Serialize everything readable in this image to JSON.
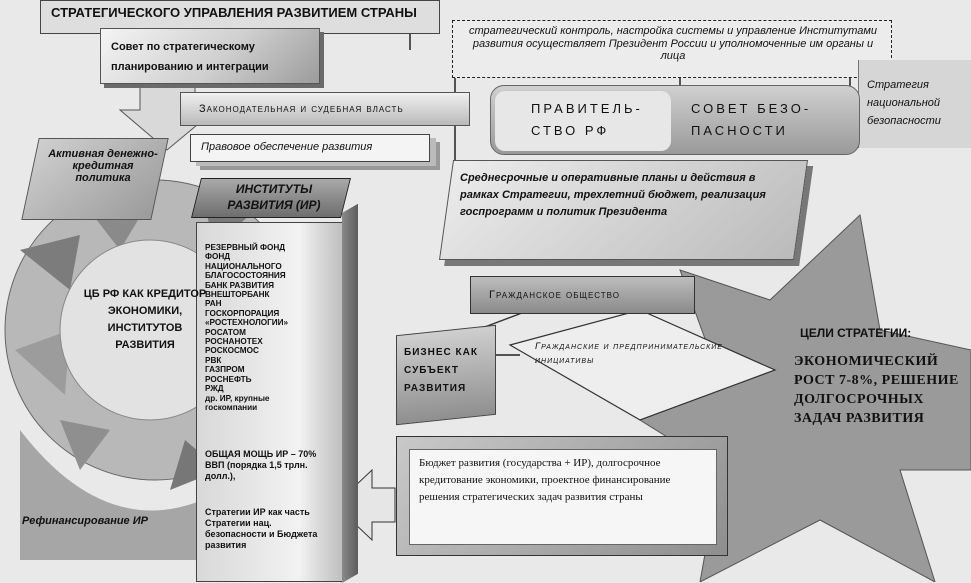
{
  "top_title": "СТРАТЕГИЧЕСКОГО УПРАВЛЕНИЯ РАЗВИТИЕМ СТРАНЫ",
  "council": "Совет по стратегическому планированию и интеграции",
  "control_note": "стратегический контроль, настройка системы и управление Институтами развития осуществляет Президент России и уполномоченные им органы и лица",
  "strategy_nat_sec": "Стратегия национальной безопасности",
  "legislative": "Законодательная и судебная власть",
  "government": "ПРАВИТЕЛЬ-СТВО РФ",
  "security_council": "СОВЕТ БЕЗО-ПАСНОСТИ",
  "legal_support": "Правовое обеспечение развития",
  "monetary_policy": "Активная денежно-кредитная политика",
  "ir_title": "ИНСТИТУТЫ РАЗВИТИЯ (ИР)",
  "plans": "Среднесрочные и оперативные планы и действия в рамках Стратегии, трехлетний бюджет, реализация госпрограмм и политик Президента",
  "ir_list": [
    "РЕЗЕРВНЫЙ ФОНД",
    "ФОНД",
    "НАЦИОНАЛЬНОГО",
    "БЛАГОСОСТОЯНИЯ",
    "БАНК РАЗВИТИЯ",
    "ВНЕШТОРБАНК",
    "РАН",
    "ГОСКОРПОРАЦИЯ",
    "«РОСТЕХНОЛОГИИ»",
    "РОСАТОМ",
    "РОСНАНОТЕХ",
    "РОСКОСМОС",
    "РВК",
    "ГАЗПРОМ",
    "РОСНЕФТЬ",
    "РЖД",
    "др. ИР, крупные",
    "госкомпании"
  ],
  "ir_power": "ОБЩАЯ МОЩЬ ИР – 70% ВВП (порядка 1,5 трлн. долл.),",
  "ir_strategy": "Стратегии ИР как часть Стратегии нац. безопасности и Бюджета развития",
  "civil_society": "Гражданское общество",
  "cb_creditor": "ЦБ РФ КАК КРЕДИТОР ЭКОНОМИКИ, ИНСТИТУТОВ РАЗВИТИЯ",
  "business": "БИЗНЕС КАК СУБЪЕКТ РАЗВИТИЯ",
  "initiatives": "Гражданские и предпринимательские инициативы",
  "goals_title": "ЦЕЛИ СТРАТЕГИИ:",
  "goals_text": "ЭКОНОМИЧЕСКИЙ РОСТ 7-8%, РЕШЕНИЕ ДОЛГОСРОЧНЫХ ЗАДАЧ РАЗВИТИЯ",
  "refinancing": "Рефинансирование ИР",
  "budget": "Бюджет развития (государства + ИР), долгосрочное кредитование экономики, проектное финансирование решения стратегических задач развития страны"
}
